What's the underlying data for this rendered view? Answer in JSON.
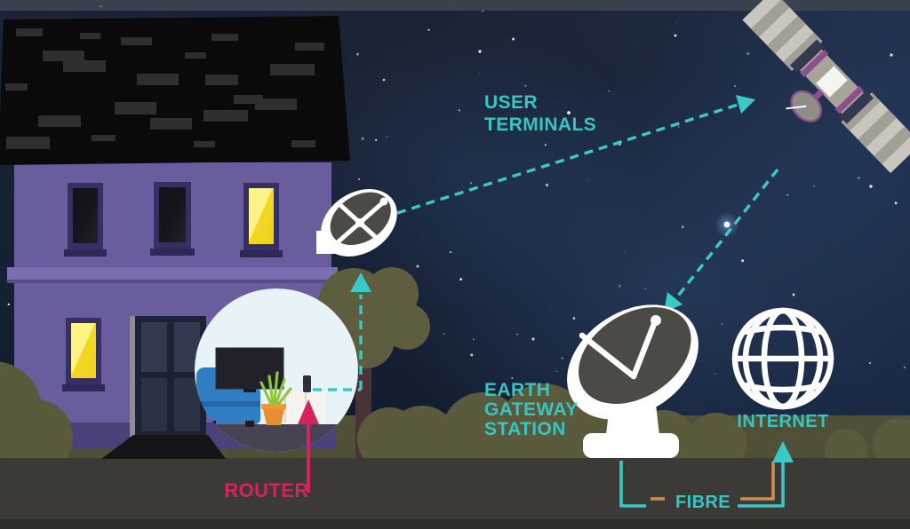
{
  "labels": {
    "user_terminals": {
      "lines": [
        "USER",
        "TERMINALS"
      ]
    },
    "earth_gateway_station": {
      "lines": [
        "EARTH",
        "GATEWAY",
        "STATION"
      ]
    },
    "internet": "INTERNET",
    "fibre": "FIBRE",
    "router": "ROUTER"
  },
  "colors": {
    "label_teal": "#38c5c2",
    "dash_teal": "#3ac9c6",
    "router_pink": "#d62360",
    "fibre_orange": "#c98e52",
    "sky_base": "#131c2f",
    "house_wall": "#6a5d9e",
    "house_band": "#7b6db0",
    "house_foundation": "#4b4279",
    "roof_black": "#0a0a0a",
    "window_frame": "#352f63",
    "lit_window_yellow": "#f2d824",
    "grass": "#4f5037",
    "bush": "#5c5a3d",
    "road": "#3b3a37",
    "couch_blue": "#2f7dc2",
    "pot_orange": "#e58f2f",
    "dish_white": "#ffffff",
    "dish_face_gray": "#4b4a47",
    "satellite_accent_purple": "#8c4f8a"
  },
  "icons": {
    "satellite": "satellite-icon (svg shape)",
    "user_terminal_dish": "satellite-dish-icon (svg shape)",
    "earth_gateway_dish": "gateway-dish-icon (svg shape)",
    "internet_globe": "globe-icon (svg shape)",
    "router_device": "router-device-icon (svg shape)",
    "house": "house-illustration (svg shape)"
  }
}
